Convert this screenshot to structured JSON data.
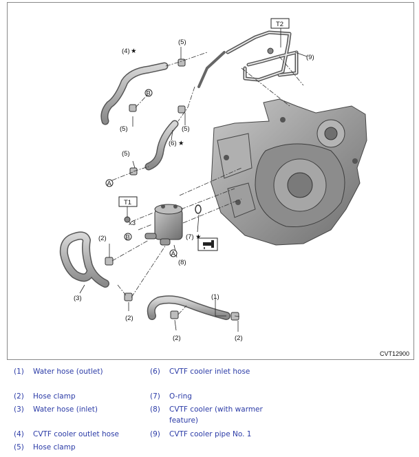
{
  "figure": {
    "code": "CVT12900",
    "callouts": {
      "c1": "(1)",
      "c2a": "(2)",
      "c2b": "(2)",
      "c2c": "(2)",
      "c2d": "(2)",
      "c3": "(3)",
      "c4": "(4)",
      "c5a": "(5)",
      "c5b": "(5)",
      "c5c": "(5)",
      "c5d": "(5)",
      "c6": "(6)",
      "c7": "(7)",
      "c8": "(8)",
      "c9": "(9)"
    },
    "stars": {
      "s4": "★",
      "s6": "★",
      "s7": "★"
    },
    "torque_tags": {
      "t1": "T1",
      "t2": "T2"
    },
    "quantity": "x3",
    "connections": {
      "a1": "A",
      "a2": "A",
      "b1": "B",
      "b2": "B"
    }
  },
  "legend": {
    "items": [
      {
        "num": "(1)",
        "text": "Water hose (outlet)"
      },
      {
        "num": "(6)",
        "text": "CVTF cooler inlet hose"
      },
      {
        "num": "(2)",
        "text": "Hose clamp"
      },
      {
        "num": "(7)",
        "text": "O-ring"
      },
      {
        "num": "(3)",
        "text": "Water hose (inlet)"
      },
      {
        "num": "(8)",
        "text": "CVTF cooler (with warmer"
      },
      {
        "num": "",
        "text": "feature)"
      },
      {
        "num": "(4)",
        "text": "CVTF cooler outlet hose"
      },
      {
        "num": "(9)",
        "text": "CVTF cooler pipe No. 1"
      },
      {
        "num": "(5)",
        "text": "Hose clamp"
      }
    ]
  }
}
